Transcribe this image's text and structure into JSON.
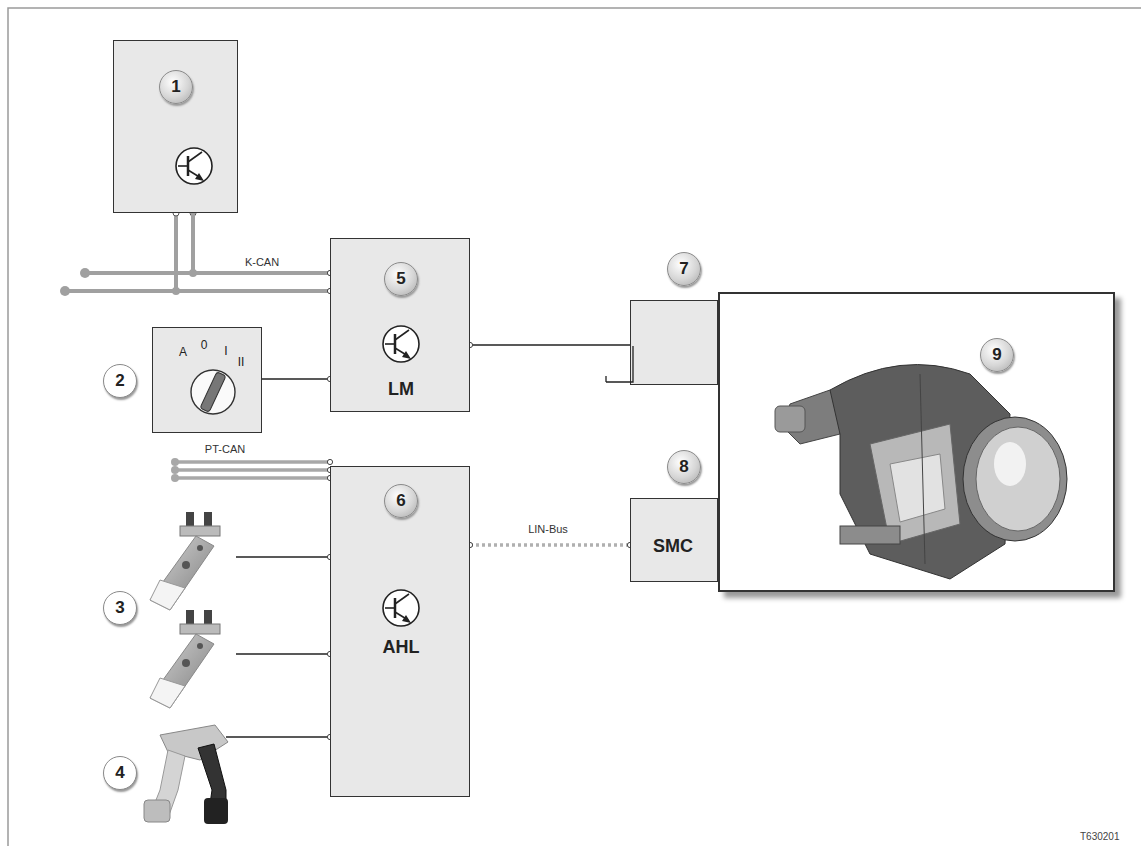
{
  "diagram": {
    "nodes": [
      {
        "text": [
          "1"
        ]
      },
      {
        "text": [
          "A",
          "0",
          "I",
          "II"
        ]
      },
      {
        "text": [
          "5",
          "LM"
        ]
      },
      {
        "text": [
          "6",
          "AHL"
        ]
      },
      {
        "text": [
          "7"
        ]
      },
      {
        "text": [
          "8",
          "SMC"
        ]
      },
      {
        "text": [
          "9"
        ]
      }
    ],
    "edges": [
      {
        "from": 0,
        "to": 2,
        "arrow": "none",
        "label": "K-CAN"
      },
      {
        "from": 1,
        "to": 2,
        "arrow": "none"
      },
      {
        "from": 2,
        "to": 4,
        "arrow": "none"
      },
      {
        "from": 3,
        "to": 5,
        "arrow": "none",
        "label": "LIN-Bus"
      }
    ],
    "labels": [
      "2",
      "PT-CAN",
      "3",
      "4",
      "T630201"
    ]
  }
}
